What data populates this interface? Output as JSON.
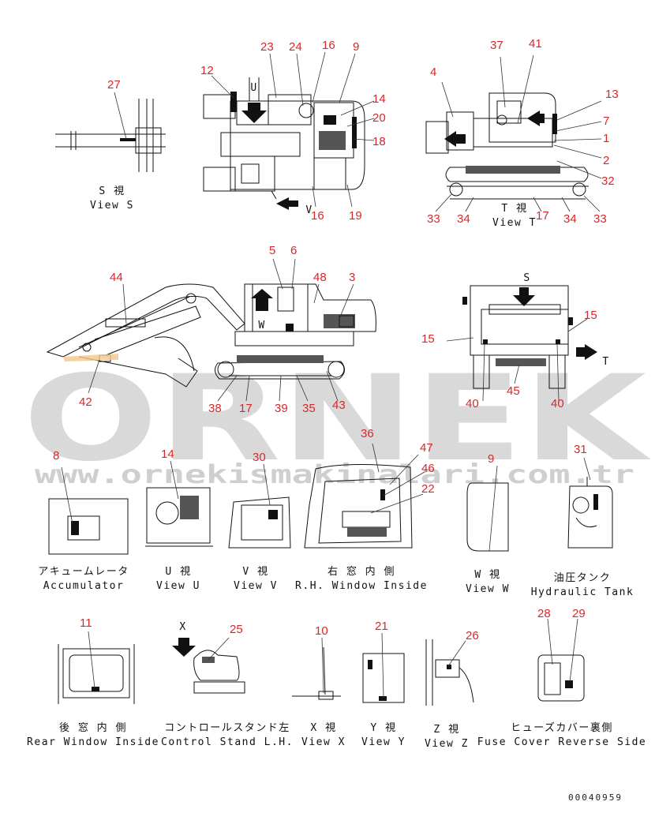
{
  "watermark": {
    "brand": "ORNEK",
    "url": "www.ornekismakinalari.com.tr"
  },
  "document_id": "00040959",
  "captions": {
    "view_s": {
      "jp": "S 視",
      "en": "View S"
    },
    "view_t": {
      "jp": "T 視",
      "en": "View T"
    },
    "accumulator": {
      "jp": "アキュームレータ",
      "en": "Accumulator"
    },
    "view_u": {
      "jp": "U 視",
      "en": "View U"
    },
    "view_v": {
      "jp": "V 視",
      "en": "View V"
    },
    "rh_window": {
      "jp": "右 窓 内 側",
      "en": "R.H. Window Inside"
    },
    "view_w": {
      "jp": "W 視",
      "en": "View W"
    },
    "hydraulic_tank": {
      "jp": "油圧タンク",
      "en": "Hydraulic Tank"
    },
    "rear_window": {
      "jp": "後 窓 内 側",
      "en": "Rear Window Inside"
    },
    "control_stand": {
      "jp": "コントロールスタンド左",
      "en": "Control Stand L.H."
    },
    "view_x": {
      "jp": "X 視",
      "en": "View X"
    },
    "view_y": {
      "jp": "Y 視",
      "en": "View Y"
    },
    "view_z": {
      "jp": "Z 視",
      "en": "View Z"
    },
    "fuse_cover": {
      "jp": "ヒューズカバー裏側",
      "en": "Fuse Cover Reverse Side"
    }
  },
  "view_letters": {
    "s": "S",
    "t": "T",
    "u": "U",
    "v": "V",
    "w": "W",
    "x": "X"
  },
  "callouts": {
    "c27": "27",
    "c12": "12",
    "c23": "23",
    "c24": "24",
    "c16a": "16",
    "c9a": "9",
    "c14a": "14",
    "c20": "20",
    "c18": "18",
    "c16b": "16",
    "c19": "19",
    "c4": "4",
    "c37": "37",
    "c41": "41",
    "c13": "13",
    "c7": "7",
    "c1": "1",
    "c2": "2",
    "c32": "32",
    "c33a": "33",
    "c34a": "34",
    "c17a": "17",
    "c34b": "34",
    "c33b": "33",
    "c44": "44",
    "c5": "5",
    "c6": "6",
    "c48": "48",
    "c3": "3",
    "c42": "42",
    "c38": "38",
    "c17b": "17",
    "c39": "39",
    "c35": "35",
    "c43": "43",
    "c15a": "15",
    "c15b": "15",
    "c40a": "40",
    "c45": "45",
    "c40b": "40",
    "c8": "8",
    "c14b": "14",
    "c30": "30",
    "c36": "36",
    "c47": "47",
    "c46": "46",
    "c22": "22",
    "c9b": "9",
    "c31": "31",
    "c11": "11",
    "c25": "25",
    "c10": "10",
    "c21": "21",
    "c26": "26",
    "c28": "28",
    "c29": "29"
  }
}
